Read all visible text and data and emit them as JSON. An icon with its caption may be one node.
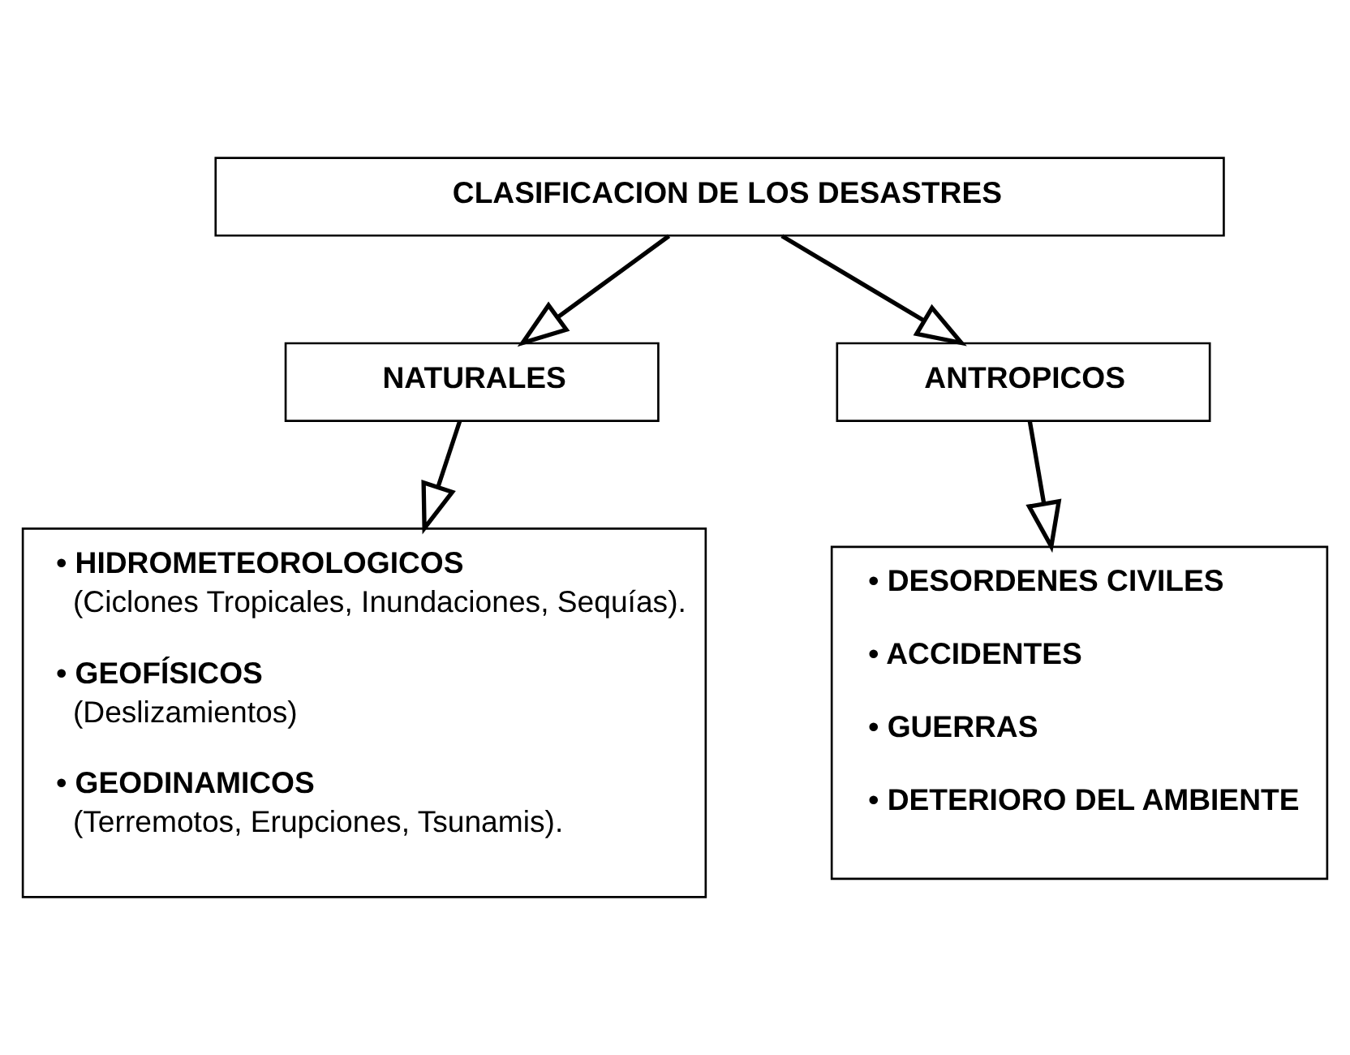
{
  "diagram": {
    "nodes": [
      {
        "text": [
          "CLASIFICACION DE LOS DESASTRES"
        ]
      },
      {
        "text": [
          "NATURALES"
        ]
      },
      {
        "text": [
          "ANTROPICOS"
        ]
      },
      {
        "text": [
          "• HIDROMETEOROLOGICOS",
          "(Ciclones Tropicales, Inundaciones, Sequías).",
          "• GEOFÍSICOS",
          "(Deslizamientos)",
          "• GEODINAMICOS",
          "(Terremotos, Erupciones, Tsunamis)."
        ]
      },
      {
        "text": [
          "• DESORDENES CIVILES",
          "• ACCIDENTES",
          "• GUERRAS",
          "• DETERIORO DEL AMBIENTE"
        ]
      }
    ],
    "edges": [
      {
        "from": 0,
        "to": 1,
        "arrow": "to"
      },
      {
        "from": 0,
        "to": 2,
        "arrow": "to"
      },
      {
        "from": 1,
        "to": 3,
        "arrow": "to"
      },
      {
        "from": 2,
        "to": 4,
        "arrow": "to"
      }
    ]
  }
}
